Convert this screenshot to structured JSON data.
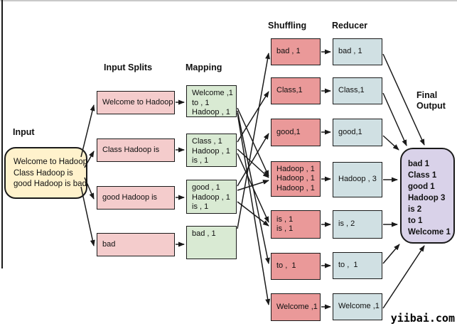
{
  "watermark": "yiibai.com",
  "colors": {
    "input_fill": "#FFF2CC",
    "split_fill": "#F4CCCC",
    "mapping_fill": "#D9EAD3",
    "shuffling_fill": "#EA9999",
    "reducer_fill": "#D0E0E3",
    "final_fill": "#D9D2E9",
    "border": "#1a1a1a"
  },
  "columns": {
    "input": {
      "label": "Input",
      "box": {
        "lines": [
          "Welcome to Hadoop",
          "Class Hadoop is",
          "good Hadoop is bad"
        ]
      }
    },
    "splits": {
      "label": "Input Splits",
      "boxes": [
        [
          "Welcome to Hadoop"
        ],
        [
          "Class Hadoop is"
        ],
        [
          "good Hadoop is"
        ],
        [
          "bad"
        ]
      ]
    },
    "mapping": {
      "label": "Mapping",
      "boxes": [
        [
          "Welcome ,1",
          "to , 1",
          "Hadoop , 1"
        ],
        [
          "Class , 1",
          "Hadoop , 1",
          "is , 1"
        ],
        [
          "good , 1",
          "Hadoop , 1",
          "is , 1"
        ],
        [
          "bad , 1"
        ]
      ]
    },
    "shuffling": {
      "label": "Shuffling",
      "boxes": [
        [
          "bad , 1"
        ],
        [
          "Class,1"
        ],
        [
          "good,1"
        ],
        [
          "Hadoop , 1",
          "Hadoop , 1",
          "Hadoop , 1"
        ],
        [
          "is , 1",
          "is , 1"
        ],
        [
          "to ,  1"
        ],
        [
          "Welcome ,1"
        ]
      ]
    },
    "reducer": {
      "label": "Reducer",
      "boxes": [
        [
          "bad , 1"
        ],
        [
          "Class,1"
        ],
        [
          "good,1"
        ],
        [
          "Hadoop , 3"
        ],
        [
          "is , 2"
        ],
        [
          "to ,  1"
        ],
        [
          "Welcome ,1"
        ]
      ]
    },
    "final": {
      "label_lines": [
        "Final",
        "Output"
      ],
      "box": {
        "lines": [
          "bad 1",
          "Class 1",
          "good 1",
          "Hadoop 3",
          "is 2",
          "to 1",
          "Welcome 1"
        ]
      }
    }
  }
}
